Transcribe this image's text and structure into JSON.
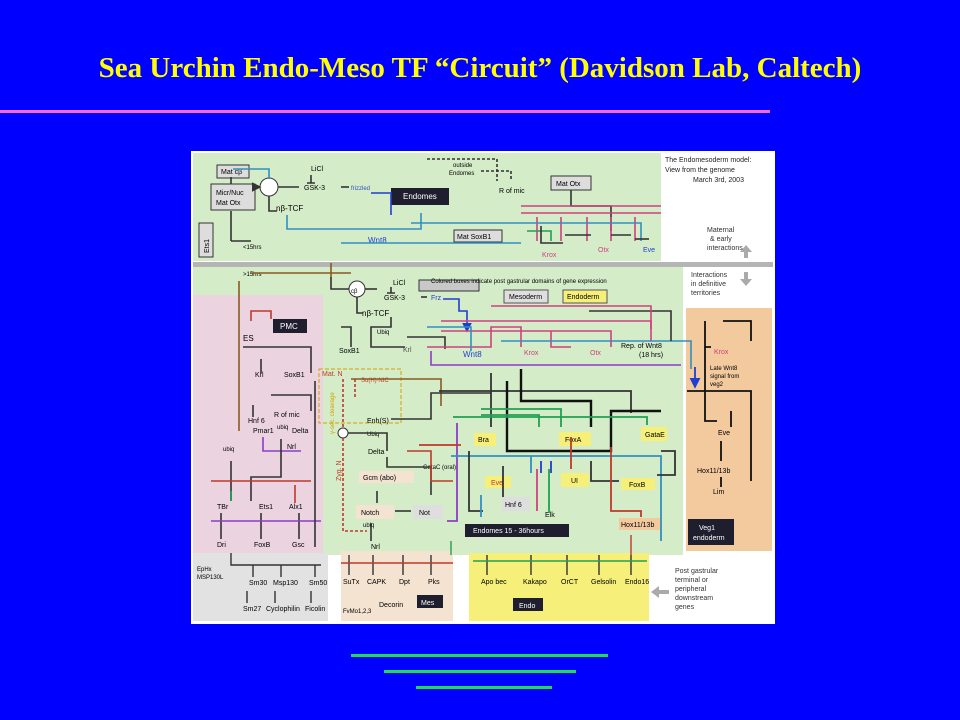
{
  "slide": {
    "title": "Sea Urchin Endo-Meso TF “Circuit” (Davidson Lab, Caltech)",
    "background_color": "#0000ff",
    "title_color": "#ffff00",
    "rule_color": "#ff66cc",
    "bottom_rule_color": "#22dd44"
  },
  "diagram": {
    "header": {
      "line1": "The Endomesoderm model:",
      "line2": "View from the genome",
      "date": "March 3rd, 2003"
    },
    "maternal": {
      "mat_c": "Mat cβ",
      "micr_nuc": [
        "Micr/Nuc",
        "Mat Otx"
      ],
      "ets1": "Ets1",
      "licl": "LiCl",
      "gsk3": "GSK-3",
      "frizzled": "frizzled",
      "ntcf": "nβ-TCF",
      "outside_endomes": [
        "outside",
        "Endomes"
      ],
      "endomes": "Endomes",
      "r_of_mic": "R of mic",
      "mat_otx": "Mat Otx",
      "mat_soxb1": "Mat SoxB1",
      "wnt8": "Wnt8",
      "krox": "Krox",
      "otx": "Otx",
      "eve": "Eve",
      "lt15": "<15hrs",
      "gt15": ">15hrs"
    },
    "side_labels": {
      "maternal": [
        "Maternal",
        "& early",
        "interactions"
      ],
      "definitive": [
        "Interactions",
        "in definitive",
        "territories"
      ],
      "post": [
        "Post gastrular",
        "terminal or",
        "peripheral",
        "downstream",
        "genes"
      ]
    },
    "legend": {
      "note": "Colored boxes indicate post gastrular domains of gene expression",
      "mesoderm": "Mesoderm",
      "endoderm": "Endoderm"
    },
    "pmc": {
      "label": "PMC",
      "es": "ES",
      "genes": [
        "Krl",
        "SoxB1",
        "R of mic",
        "Hnf 6",
        "ubiq",
        "Pmar1",
        "Delta",
        "Nrl",
        "ubiq",
        "TBr",
        "Ets1",
        "Alx1",
        "Dri",
        "FoxB",
        "Gsc"
      ]
    },
    "skeleton": {
      "labels": [
        "EpHx",
        "MSP130L"
      ],
      "genes": [
        "Sm30",
        "Msp130",
        "Sm50",
        "Sm27",
        "Cyclophilin",
        "Ficolin"
      ]
    },
    "definitive": {
      "licl": "LiCl",
      "gsk3": "GSK-3",
      "frz": "Frz",
      "ntcf": "nβ-TCF",
      "c": "cβ",
      "ubiq": "Ubiq",
      "soxb1": "SoxB1",
      "krl": "Krl",
      "wnt8": "Wnt8",
      "krox": "Krox",
      "otx": "Otx",
      "rep_wnt8": [
        "Rep. of Wnt8",
        "(18 hrs)"
      ],
      "mat_n": "Mat. N",
      "su_h": "Su(H)∙NIC",
      "cleavage": "γ-sec. cleavage",
      "zyg_n": "Zyg. N",
      "enh": "Enh(S)",
      "ubiq2": "Ubiq",
      "delta": "Delta",
      "gcm": "Gcm (abo)",
      "gatac": "GataC (oral)",
      "notch": "Notch",
      "not": "Not",
      "ubiq3": "ubiq",
      "nrl": "Nrl",
      "bra": "Bra",
      "foxa": "FoxA",
      "gatae": "GataE",
      "eve": "Eve",
      "ui": "UI",
      "foxb": "FoxB",
      "hnf6": "Hnf 6",
      "elk": "Elk",
      "hox": "Hox11/13b",
      "endomes_label": "Endomes 15 - 36hours"
    },
    "veg1": {
      "krox": "Krox",
      "late_wnt8": [
        "Late Wnt8",
        "signal from",
        "veg2"
      ],
      "eve": "Eve",
      "hox": "Hox11/13b",
      "lim": "Lim",
      "label": [
        "Veg1",
        "endoderm"
      ]
    },
    "mes": {
      "genes": [
        "SuTx",
        "CAPK",
        "Dpt",
        "Pks",
        "FvMo1,2,3",
        "Decorin"
      ],
      "label": "Mes"
    },
    "endo": {
      "genes": [
        "Apo bec",
        "Kakapo",
        "OrCT",
        "Gelsolin",
        "Endo16"
      ],
      "label": "Endo"
    }
  }
}
